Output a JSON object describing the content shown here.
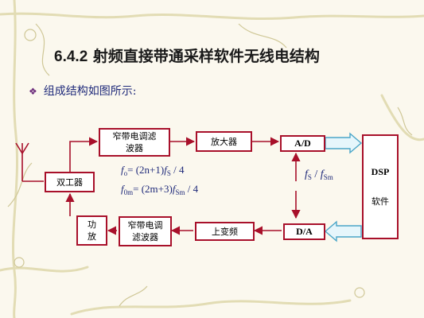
{
  "title": {
    "number": "6.4.2",
    "text": "射频直接带通采样软件无线电结构"
  },
  "bullet": {
    "text": "组成结构如图所示:"
  },
  "diagram": {
    "boxes": {
      "filter_top": [
        "窄带电调滤",
        "波器"
      ],
      "amplifier": "放大器",
      "ad": "A/D",
      "dsp": [
        "DSP",
        "软件"
      ],
      "duplexer": "双工器",
      "power_amp": [
        "功",
        "放"
      ],
      "filter_bottom": [
        "窄带电调",
        "滤波器"
      ],
      "upconverter": "上变频",
      "da": "D/A"
    },
    "formulas": {
      "f0": {
        "lhs": "f",
        "lhs_sub": "o",
        "eq": "= (2n+1)",
        "var": "f",
        "var_sub": "S",
        "tail": " / 4"
      },
      "f0m": {
        "lhs": "f",
        "lhs_sub": "0m",
        "eq": "= (2m+3)",
        "var": "f",
        "var_sub": "Sm",
        "tail": " / 4"
      },
      "clock": {
        "a": "f",
        "a_sub": "S",
        "sep": " / ",
        "b": "f",
        "b_sub": "Sm"
      }
    }
  }
}
